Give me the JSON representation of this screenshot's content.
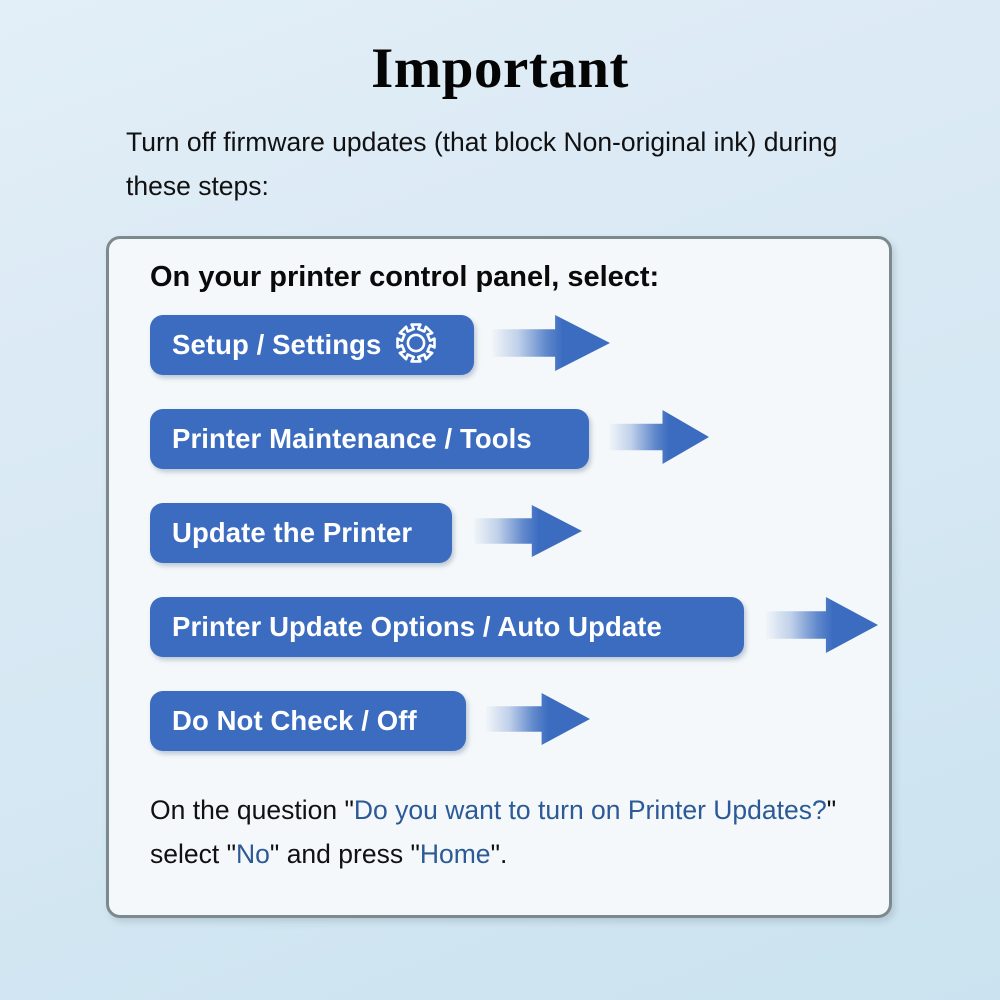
{
  "title": "Important",
  "intro": "Turn off firmware updates (that block Non-original ink) during these steps:",
  "panel": {
    "header": "On your printer control panel, select:",
    "steps": [
      {
        "label": "Setup / Settings",
        "icon": "gear-icon",
        "pill_width": 324,
        "arrow_width": 118,
        "arrow_height": 56,
        "arrow_gap": 18
      },
      {
        "label": "Printer Maintenance / Tools",
        "icon": "",
        "pill_width": 439,
        "arrow_width": 100,
        "arrow_height": 54,
        "arrow_gap": 20
      },
      {
        "label": "Update the Printer",
        "icon": "",
        "pill_width": 302,
        "arrow_width": 108,
        "arrow_height": 52,
        "arrow_gap": 22
      },
      {
        "label": "Printer Update Options / Auto Update",
        "icon": "",
        "pill_width": 594,
        "arrow_width": 112,
        "arrow_height": 56,
        "arrow_gap": 22
      },
      {
        "label": "Do Not Check / Off",
        "icon": "",
        "pill_width": 316,
        "arrow_width": 104,
        "arrow_height": 52,
        "arrow_gap": 20
      }
    ],
    "closing": {
      "lead": "On the question ",
      "question": "Do you want to turn on Printer Updates?",
      "middle": " select ",
      "answer": "No",
      "tail": " and press ",
      "home": "Home",
      "period": ".",
      "quote": "\""
    }
  },
  "colors": {
    "button_blue": "#3b6cc0",
    "arrow_blue": "#3b6cc0",
    "link_blue": "#2c5a96",
    "panel_border": "#7d8a8d",
    "panel_fill": "#f4f8fa",
    "page_bg_top": "#e2eff8",
    "page_bg_bottom": "#cbe3f0",
    "text_black": "#111111"
  }
}
